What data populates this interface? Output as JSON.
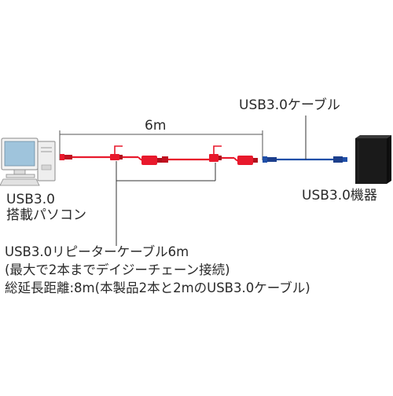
{
  "labels": {
    "length": "6m",
    "usb_cable": "USB3.0ケーブル",
    "pc_line1": "USB3.0",
    "pc_line2": "搭載パソコン",
    "device": "USB3.0機器",
    "desc_line1": "USB3.0リピーターケーブル6m",
    "desc_line2": "(最大で2本までデイジーチェーン接続)",
    "desc_line3": "総延長距離:8m(本製品2本と2mのUSB3.0ケーブル)"
  },
  "colors": {
    "repeater_cable": "#e8192c",
    "usb_cable": "#1f4fa8",
    "leader_line": "#333333",
    "pc_body": "#eeeeee",
    "pc_screen": "#9fc4dc",
    "device_body": "#1a1a1a"
  }
}
